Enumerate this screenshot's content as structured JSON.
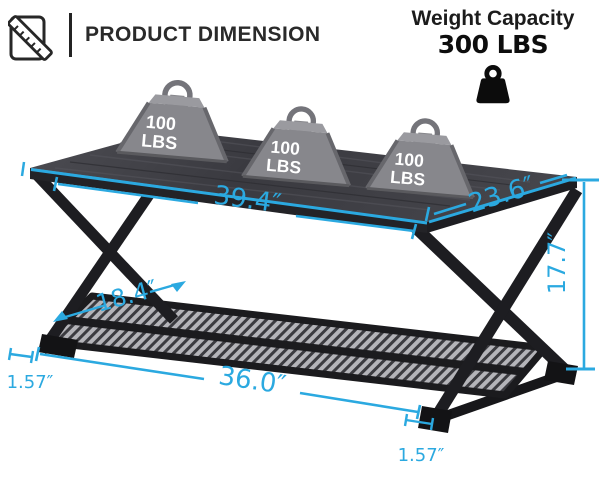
{
  "header": {
    "title": "PRODUCT DIMENSION",
    "icon": "ruler-board-icon"
  },
  "capacity": {
    "title": "Weight Capacity",
    "value": "300 LBS",
    "icon": "weight-icon"
  },
  "weights": [
    {
      "line1": "100",
      "line2": "LBS"
    },
    {
      "line1": "100",
      "line2": "LBS"
    },
    {
      "line1": "100",
      "line2": "LBS"
    }
  ],
  "dimensions": {
    "top_length": "39.4″",
    "top_depth": "23.6″",
    "height": "17.7″",
    "shelf_clearance": "18.4″",
    "base_length": "36.0″",
    "left_foot": "1.57″",
    "right_foot": "1.57″"
  },
  "colors": {
    "accent": "#2BA9E0",
    "ink": "#232323",
    "frame": "#1b1b1e",
    "wood": "#414146"
  }
}
